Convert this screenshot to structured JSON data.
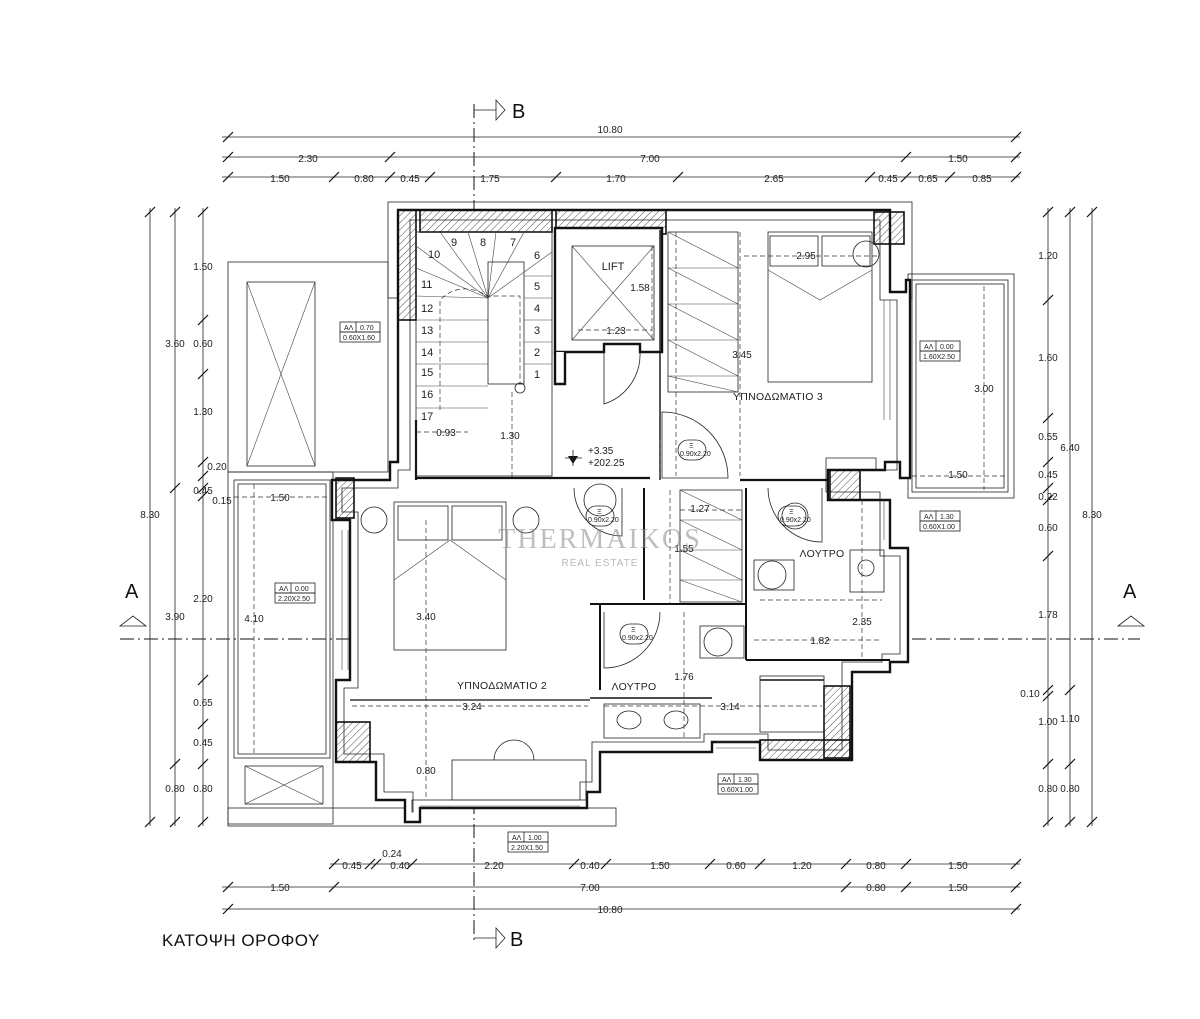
{
  "title": "ΚΑΤΟΨΗ ΟΡΟΦΟΥ",
  "section_marks": {
    "a": "A",
    "b": "B"
  },
  "rooms": {
    "bedroom3": "ΥΠΝΟΔΩΜΑΤΙΟ 3",
    "bedroom2": "ΥΠΝΟΔΩΜΑΤΙΟ 2",
    "bath1": "ΛΟΥΤΡΟ",
    "bath2": "ΛΟΥΤΡΟ",
    "lift": "LIFT"
  },
  "levels": {
    "rel": "+3.35",
    "abs": "+202.25"
  },
  "watermark": {
    "brand": "THERMAIKOS",
    "sub": "REAL ESTATE"
  },
  "dims_top": {
    "total": "10.80",
    "row2": [
      "2.30",
      "7.00",
      "1.50"
    ],
    "row3": [
      "1.50",
      "0.80",
      "0.45",
      "1.75",
      "1.70",
      "2.65",
      "0.45",
      "0.65",
      "0.85"
    ]
  },
  "dims_bottom": {
    "row1_small": "0.24",
    "row1": [
      "0.45",
      "0.40",
      "2.20",
      "0.40",
      "1.50",
      "0.60",
      "1.20",
      "0.80",
      "1.50"
    ],
    "row2": [
      "1.50",
      "7.00",
      "0.80",
      "1.50"
    ],
    "total": "10.80"
  },
  "dims_left": {
    "inner": [
      "1.50",
      "0.60",
      "1.30",
      "0.20",
      "0.45",
      "0.15",
      "2.20",
      "0.65",
      "0.45",
      "0.80"
    ],
    "mid": [
      "3.60",
      "3.90",
      "0.80"
    ],
    "outer": "8.30"
  },
  "dims_right": {
    "inner": [
      "1.20",
      "1.60",
      "0.55",
      "0.45",
      "0.22",
      "0.60",
      "1.78",
      "0.10",
      "1.00",
      "0.80"
    ],
    "mid": [
      "6.40",
      "1.10",
      "0.80"
    ],
    "outer": "8.30"
  },
  "interior_dims": {
    "lift_w": "1.23",
    "lift_h": "1.58",
    "b3_w": "2.95",
    "b3_h": "3.45",
    "balcony_r_h": "3.00",
    "balcony_r_w": "1.50",
    "hall_w": "0.93",
    "hall_h": "1.30",
    "closet_w": "1.27",
    "closet_h": "1.55",
    "bath1_w": "1.82",
    "bath1_h": "2.35",
    "b2_h": "3.40",
    "b2_w": "3.24",
    "b2_under": "0.80",
    "bath2_h": "1.76",
    "bath2_w": "3.14",
    "balcony_l_h": "4.10",
    "balcony_l_w": "1.50"
  },
  "openings": [
    {
      "aa": "0.70",
      "size": "0.60X1.60"
    },
    {
      "aa": "0.00",
      "size": "1.60X2.50"
    },
    {
      "aa": "0.00",
      "size": "2.20X2.50"
    },
    {
      "aa": "1.30",
      "size": "0.60X1.00"
    },
    {
      "aa": "1.30",
      "size": "0.60X1.00"
    },
    {
      "aa": "1.00",
      "size": "2.20X1.50"
    }
  ],
  "opening_prefix": "ΑΛ",
  "door_tags": [
    "0.90x2.20",
    "0.90x2.20",
    "0.90x2.20",
    "0.90x2.20"
  ],
  "door_symbol": "Ξ",
  "stair_steps": [
    "1",
    "2",
    "3",
    "4",
    "5",
    "6",
    "7",
    "8",
    "9",
    "10",
    "11",
    "12",
    "13",
    "14",
    "15",
    "16",
    "17"
  ]
}
